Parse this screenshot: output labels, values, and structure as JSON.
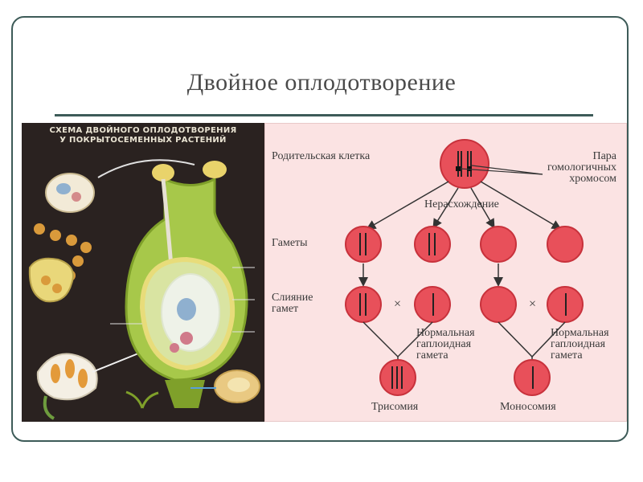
{
  "slide": {
    "title": "Двойное оплодотворение"
  },
  "poster": {
    "title_line1": "СХЕМА ДВОЙНОГО ОПЛОДОТВОРЕНИЯ",
    "title_line2": "У ПОКРЫТОСЕМЕННЫХ РАСТЕНИЙ"
  },
  "diagram": {
    "parent_cell": "Родительская клетка",
    "pair_line1": "Пара",
    "pair_line2": "гомологичных",
    "pair_line3": "хромосом",
    "nondisjunction": "Нерасхождение",
    "gametes": "Гаметы",
    "fusion_line1": "Слияние",
    "fusion_line2": "гамет",
    "normal_left_1": "Нормальная",
    "normal_left_2": "гаплоидная",
    "normal_left_3": "гамета",
    "normal_right_1": "Нормальная",
    "normal_right_2": "гаплоидная",
    "normal_right_3": "гамета",
    "cross": "×",
    "trisomy": "Трисомия",
    "monosomy": "Моносомия"
  },
  "colors": {
    "cell_fill": "#e8505a",
    "cell_stroke": "#c8323c",
    "diagram_bg": "#fbe3e3",
    "frame": "#3d5b58"
  }
}
